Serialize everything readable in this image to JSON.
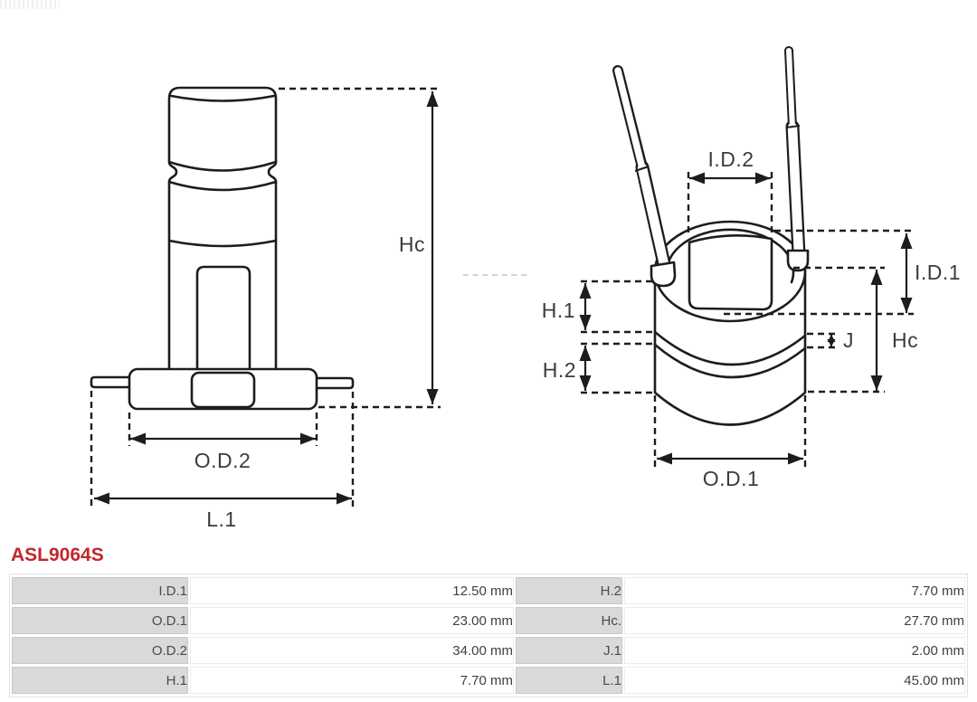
{
  "part_number": "ASL9064S",
  "colors": {
    "brand_red": "#c1272d",
    "line_color": "#1d1d1d",
    "table_label_bg": "#d9d9d9"
  },
  "drawings": {
    "left": {
      "labels": {
        "hc": "Hc",
        "od2": "O.D.2",
        "l1": "L.1"
      }
    },
    "right": {
      "labels": {
        "id2": "I.D.2",
        "id1": "I.D.1",
        "hc": "Hc",
        "h1": "H.1",
        "h2": "H.2",
        "j": "J",
        "od1": "O.D.1"
      }
    }
  },
  "table": {
    "rows": [
      {
        "l_label": "I.D.1",
        "l_value": "12.50 mm",
        "r_label": "H.2",
        "r_value": "7.70 mm"
      },
      {
        "l_label": "O.D.1",
        "l_value": "23.00 mm",
        "r_label": "Hc.",
        "r_value": "27.70 mm"
      },
      {
        "l_label": "O.D.2",
        "l_value": "34.00 mm",
        "r_label": "J.1",
        "r_value": "2.00 mm"
      },
      {
        "l_label": "H.1",
        "l_value": "7.70 mm",
        "r_label": "L.1",
        "r_value": "45.00 mm"
      }
    ]
  }
}
